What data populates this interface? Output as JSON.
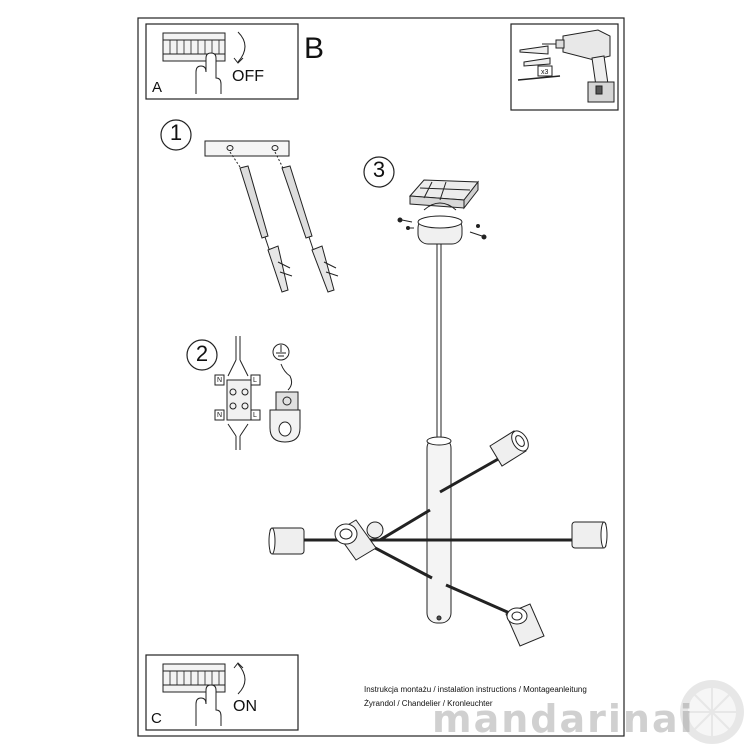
{
  "panels": {
    "a": {
      "letter": "A",
      "state": "OFF"
    },
    "b": {
      "letter": "B"
    },
    "c": {
      "letter": "C",
      "state": "ON"
    }
  },
  "steps": [
    "1",
    "2",
    "3"
  ],
  "terminal_labels": {
    "neutral": "N",
    "live": "L"
  },
  "drill_badge": "x3",
  "footer": {
    "line1": "Instrukcja montażu / instalation instructions / Montageanleitung",
    "line2": "Żyrandol / Chandelier / Kronleuchter"
  },
  "watermark": "mandarinai"
}
